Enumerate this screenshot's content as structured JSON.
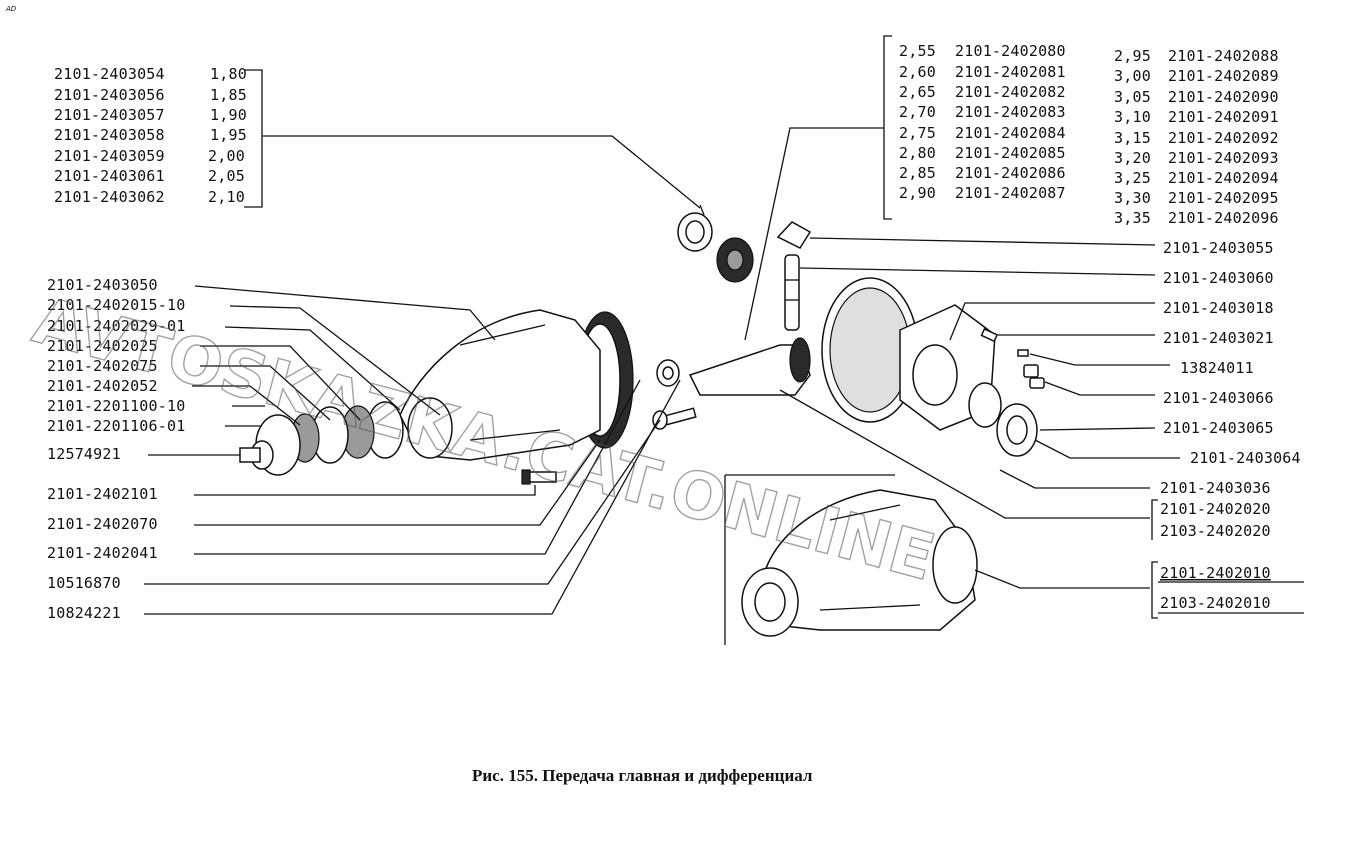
{
  "corner_mark": "AD",
  "watermark": "AVTOSKAZKA.CAT.ONLINE",
  "caption": "Рис. 155. Передача главная и дифференциал",
  "left_table": [
    {
      "code": "2101-2403054",
      "size": "1,80"
    },
    {
      "code": "2101-2403056",
      "size": "1,85"
    },
    {
      "code": "2101-2403057",
      "size": "1,90"
    },
    {
      "code": "2101-2403058",
      "size": "1,95"
    },
    {
      "code": "2101-2403059",
      "size": "2,00"
    },
    {
      "code": "2101-2403061",
      "size": "2,05"
    },
    {
      "code": "2101-2403062",
      "size": "2,10"
    }
  ],
  "right_table_col1": [
    {
      "size": "2,55",
      "code": "2101-2402080"
    },
    {
      "size": "2,60",
      "code": "2101-2402081"
    },
    {
      "size": "2,65",
      "code": "2101-2402082"
    },
    {
      "size": "2,70",
      "code": "2101-2402083"
    },
    {
      "size": "2,75",
      "code": "2101-2402084"
    },
    {
      "size": "2,80",
      "code": "2101-2402085"
    },
    {
      "size": "2,85",
      "code": "2101-2402086"
    },
    {
      "size": "2,90",
      "code": "2101-2402087"
    }
  ],
  "right_table_col2": [
    {
      "size": "2,95",
      "code": "2101-2402088"
    },
    {
      "size": "3,00",
      "code": "2101-2402089"
    },
    {
      "size": "3,05",
      "code": "2101-2402090"
    },
    {
      "size": "3,10",
      "code": "2101-2402091"
    },
    {
      "size": "3,15",
      "code": "2101-2402092"
    },
    {
      "size": "3,20",
      "code": "2101-2402093"
    },
    {
      "size": "3,25",
      "code": "2101-2402094"
    },
    {
      "size": "3,30",
      "code": "2101-2402095"
    },
    {
      "size": "3,35",
      "code": "2101-2402096"
    }
  ],
  "left_labels": [
    "2101-2403050",
    "2101-2402015-10",
    "2101-2402029-01",
    "2101-2402025",
    "2101-2402075",
    "2101-2402052",
    "2101-2201100-10",
    "2101-2201106-01",
    "12574921"
  ],
  "bottom_left_labels": [
    "2101-2402101",
    "2101-2402070",
    "2101-2402041",
    "10516870",
    "10824221"
  ],
  "right_labels": [
    "2101-2403055",
    "2101-2403060",
    "2101-2403018",
    "2101-2403021",
    "13824011",
    "2101-2403066",
    "2101-2403065",
    "2101-2403064",
    "2101-2403036"
  ],
  "right_pair_1": [
    "2101-2402020",
    "2103-2402020"
  ],
  "right_pair_2": [
    "2101-2402010",
    "2103-2402010"
  ]
}
